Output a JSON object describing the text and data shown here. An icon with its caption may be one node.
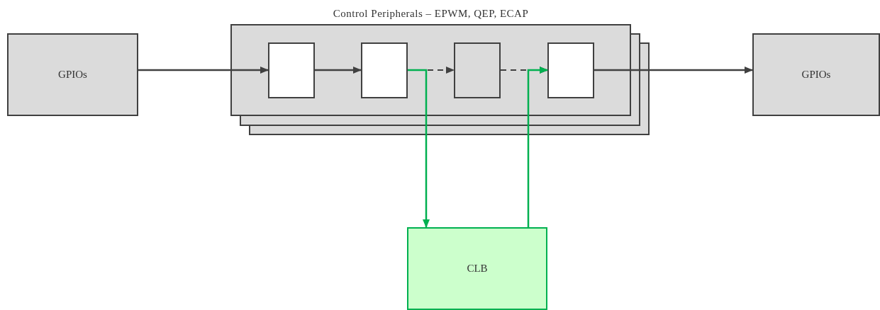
{
  "diagram": {
    "nodes": [
      {
        "text": [
          "GPIOs"
        ]
      },
      {
        "text": [
          "Control Peripherals – EPWM, QEP, ECAP"
        ]
      },
      {
        "text": [],
        "shape": "box",
        "in": 1
      },
      {
        "text": [],
        "shape": "box",
        "in": 1
      },
      {
        "text": [],
        "shape": "box",
        "in": 1
      },
      {
        "text": [],
        "shape": "box",
        "in": 1
      },
      {
        "text": [
          "GPIOs"
        ]
      },
      {
        "text": [
          "CLB"
        ]
      }
    ],
    "edges": [
      {
        "from": 0,
        "to": 2,
        "arrow": "to"
      },
      {
        "from": 2,
        "to": 3,
        "arrow": "to"
      },
      {
        "from": 3,
        "to": 4,
        "arrow": "to",
        "style": "dashed"
      },
      {
        "from": 4,
        "to": 5,
        "arrow": "to",
        "style": "dashed"
      },
      {
        "from": 5,
        "to": 6,
        "arrow": "to"
      },
      {
        "from": 3,
        "to": 7,
        "arrow": "to",
        "color": "#00b050"
      },
      {
        "from": 7,
        "to": 5,
        "arrow": "to",
        "color": "#00b050"
      }
    ]
  }
}
